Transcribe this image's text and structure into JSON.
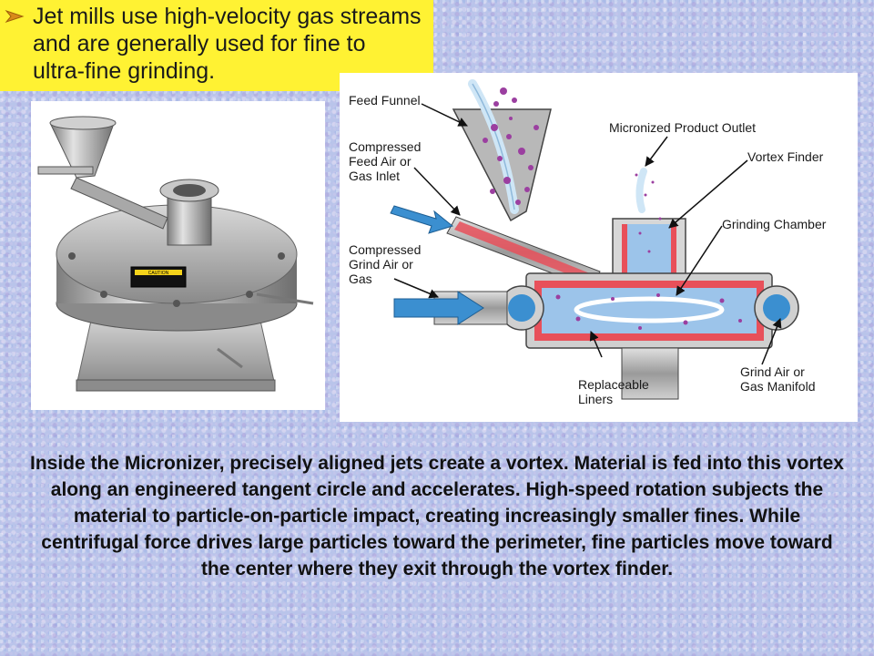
{
  "banner": {
    "lines": [
      "Jet mills use high-velocity gas streams",
      "and are generally used for fine to",
      "ultra-fine grinding."
    ]
  },
  "photo": {
    "caution_text": "CAUTION"
  },
  "diagram": {
    "labels": {
      "feed_funnel": "Feed Funnel",
      "compressed_feed_1": "Compressed",
      "compressed_feed_2": "Feed Air or",
      "compressed_feed_3": "Gas Inlet",
      "compressed_grind_1": "Compressed",
      "compressed_grind_2": "Grind Air or",
      "compressed_grind_3": "Gas",
      "micronized_outlet": "Micronized Product Outlet",
      "vortex_finder": "Vortex Finder",
      "grinding_chamber": "Grinding Chamber",
      "liners_1": "Replaceable",
      "liners_2": "Liners",
      "manifold_1": "Grind Air or",
      "manifold_2": "Gas Manifold"
    }
  },
  "caption": "Inside the Micronizer, precisely aligned jets create a vortex. Material is fed into this vortex along an engineered tangent circle and accelerates. High-speed rotation subjects the material to particle-on-particle impact, creating increasingly smaller fines. While centrifugal force drives large particles toward the perimeter, fine particles move toward the center where they exit through the vortex finder.",
  "colors": {
    "banner": "#fff233",
    "steel": "#b0b0b0",
    "liner": "#e8505a",
    "chamber_fill": "#9cc4ea",
    "particle": "#9b3fa0"
  }
}
